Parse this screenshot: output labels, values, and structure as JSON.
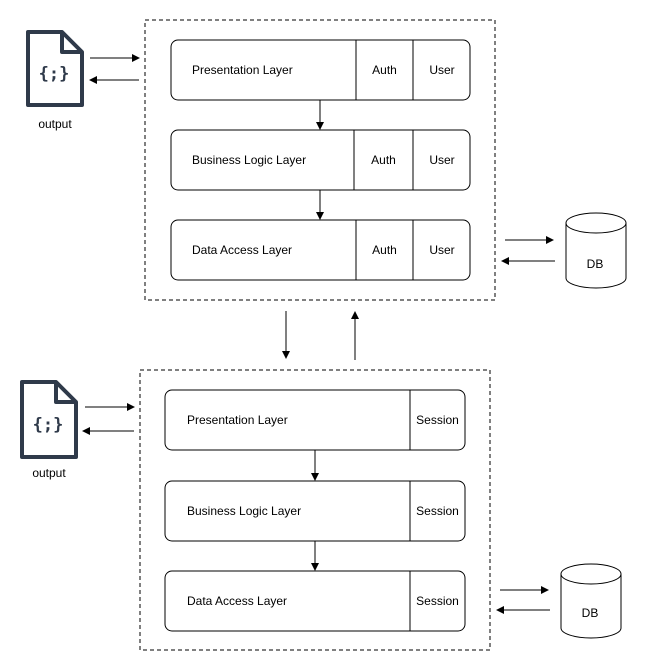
{
  "top_group": {
    "layers": [
      {
        "label": "Presentation Layer",
        "cells": [
          "Auth",
          "User"
        ]
      },
      {
        "label": "Business Logic Layer",
        "cells": [
          "Auth",
          "User"
        ]
      },
      {
        "label": "Data Access Layer",
        "cells": [
          "Auth",
          "User"
        ]
      }
    ],
    "output_label": "output",
    "db_label": "DB",
    "file_glyph": "{;}"
  },
  "bottom_group": {
    "layers": [
      {
        "label": "Presentation Layer",
        "cells": [
          "Session"
        ]
      },
      {
        "label": "Business Logic Layer",
        "cells": [
          "Session"
        ]
      },
      {
        "label": "Data Access Layer",
        "cells": [
          "Session"
        ]
      }
    ],
    "output_label": "output",
    "db_label": "DB",
    "file_glyph": "{;}"
  },
  "colors": {
    "stroke": "#000000",
    "file_icon": "#2f3a4a",
    "background": "#ffffff"
  },
  "icons": {
    "output": "code-file-icon",
    "db": "database-cylinder-icon"
  }
}
